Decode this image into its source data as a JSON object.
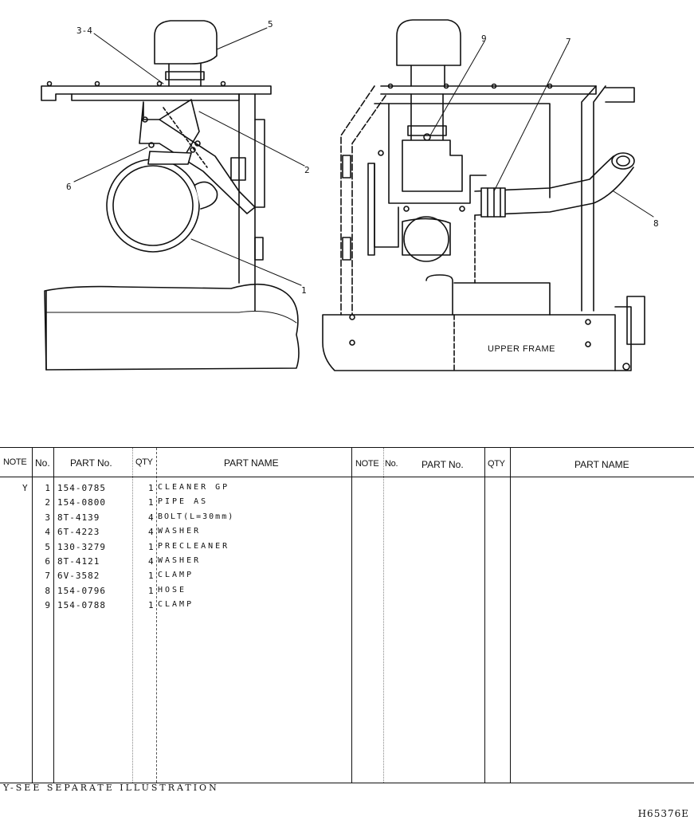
{
  "illustration": {
    "callouts": [
      "3-4",
      "5",
      "2",
      "6",
      "1",
      "9",
      "7",
      "8"
    ],
    "frame_label": "UPPER FRAME"
  },
  "table": {
    "headers": {
      "note": "NOTE",
      "no": "No.",
      "part_no": "PART No.",
      "qty": "QTY",
      "part_name": "PART NAME"
    },
    "rows": [
      {
        "note": "Y",
        "no": "1",
        "part_no": "154-0785",
        "qty": "1",
        "name": "CLEANER GP"
      },
      {
        "note": "",
        "no": "2",
        "part_no": "154-0800",
        "qty": "1",
        "name": "PIPE AS"
      },
      {
        "note": "",
        "no": "3",
        "part_no": "8T-4139",
        "qty": "4",
        "name": "BOLT(L=30mm)"
      },
      {
        "note": "",
        "no": "4",
        "part_no": "6T-4223",
        "qty": "4",
        "name": "WASHER"
      },
      {
        "note": "",
        "no": "5",
        "part_no": "130-3279",
        "qty": "1",
        "name": "PRECLEANER"
      },
      {
        "note": "",
        "no": "6",
        "part_no": "8T-4121",
        "qty": "4",
        "name": "WASHER"
      },
      {
        "note": "",
        "no": "7",
        "part_no": "6V-3582",
        "qty": "1",
        "name": "CLAMP"
      },
      {
        "note": "",
        "no": "8",
        "part_no": "154-0796",
        "qty": "1",
        "name": "HOSE"
      },
      {
        "note": "",
        "no": "9",
        "part_no": "154-0788",
        "qty": "1",
        "name": "CLAMP"
      }
    ]
  },
  "footnote": "Y-SEE SEPARATE ILLUSTRATION",
  "drawing_id": "H65376E"
}
